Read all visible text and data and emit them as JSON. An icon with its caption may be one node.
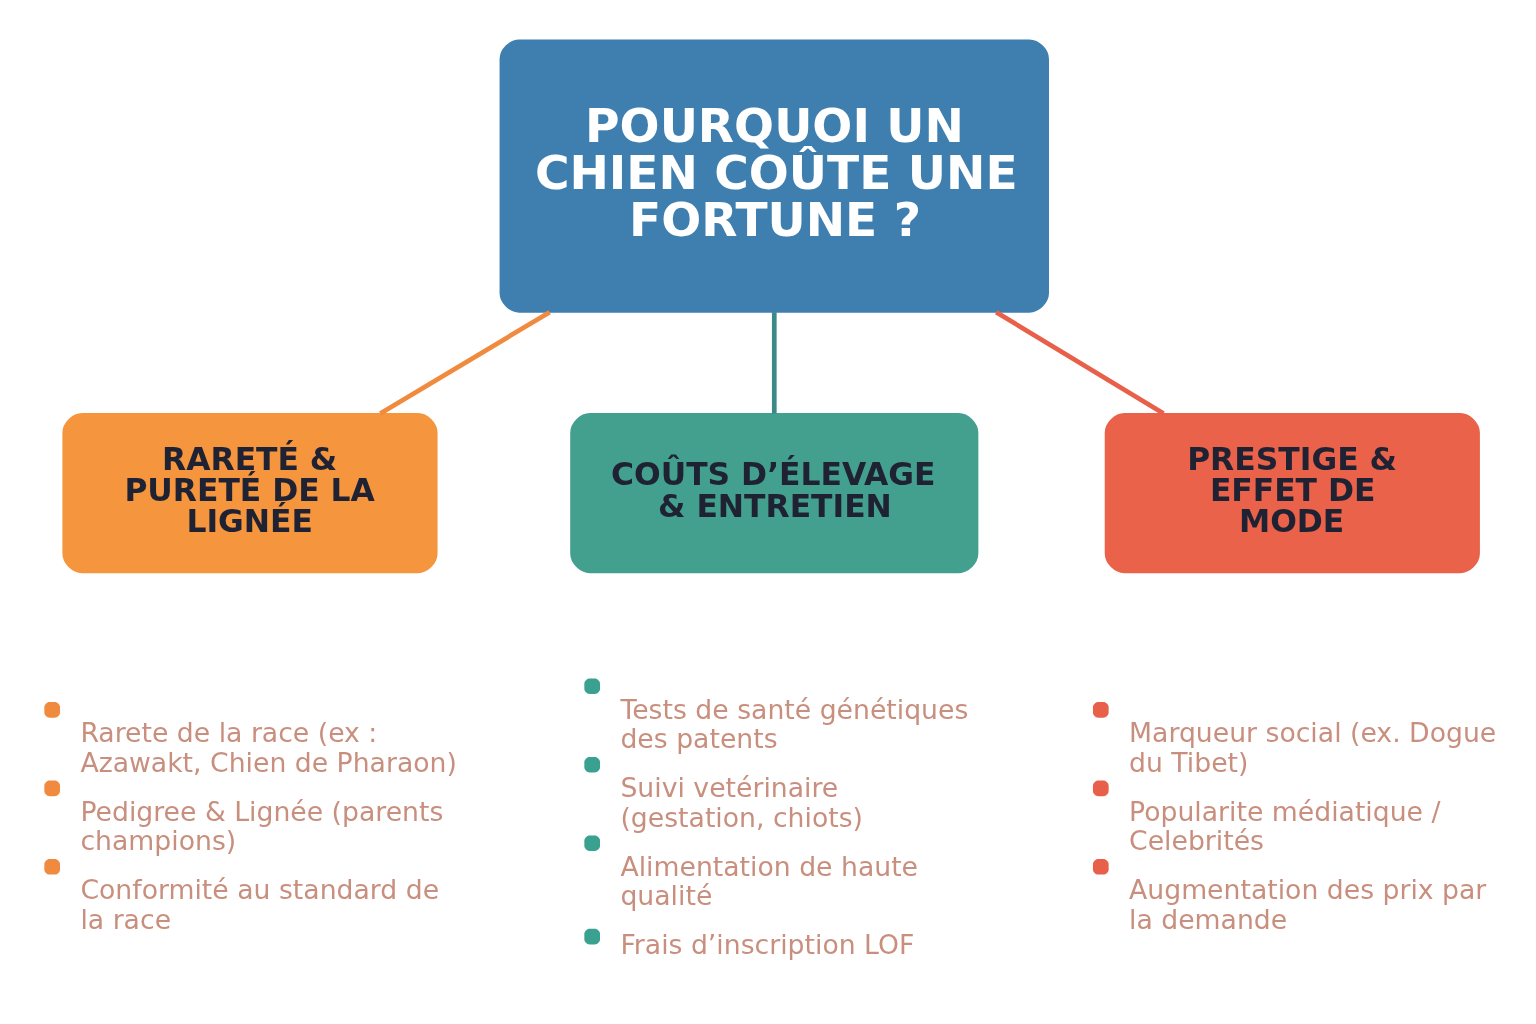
{
  "diagram": {
    "nodes": [
      {
        "text": [
          "POURQUOI UN CHIEN COÛTE UNE FORTUNE ?"
        ]
      },
      {
        "text": [
          "RARETÉ & PURETÉ DE LA LIGNÉE"
        ],
        "beside": [
          "Rarete de la race (ex : Azawakt, Chien de Pharaon)",
          "Pedigree & Lignée (parents champions)",
          "Conformité au standard de la race"
        ]
      },
      {
        "text": [
          "COÛTS D’ÉLEVAGE & ENTRETIEN"
        ],
        "beside": [
          "Tests de santé génétiques des patents",
          "Suivi vetérinaire (gestation, chiots)",
          "Alimentation de haute qualité",
          "Frais d’inscription LOF"
        ]
      },
      {
        "text": [
          "PRESTIGE & EFFET DE MODE"
        ],
        "beside": [
          "Marqueur social (ex. Dogue du Tibet)",
          "Popularite médiatique / Celebrités",
          "Augmentation des prix par la demande"
        ]
      }
    ],
    "edges": [
      {
        "from": 0,
        "to": 1,
        "arrow": "none",
        "color": "#f08a3e"
      },
      {
        "from": 0,
        "to": 2,
        "arrow": "none",
        "color": "#3a8a8a"
      },
      {
        "from": 0,
        "to": 3,
        "arrow": "none",
        "color": "#e8604a"
      }
    ]
  }
}
